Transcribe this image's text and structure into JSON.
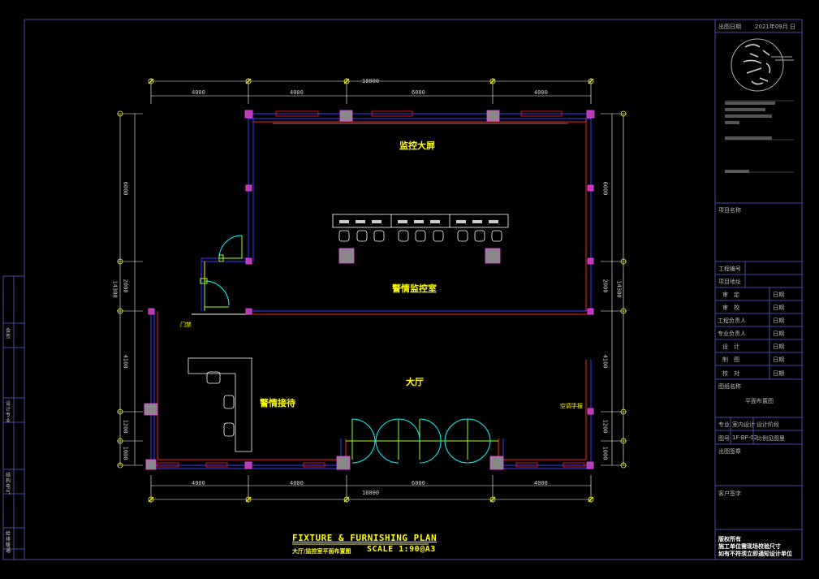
{
  "title_block": {
    "issue_date_label": "出图日期",
    "issue_date_value": "2021年09月   日",
    "project_name_label": "项目名称",
    "project_no_label": "工程编号",
    "project_location_label": "项目地址",
    "review_label": "审　定",
    "check_label": "审　校",
    "eng_lead_label": "工程负责人",
    "pro_lead_label": "专业负责人",
    "design_label": "设　计",
    "draw_label": "制　图",
    "proofread_label": "校　对",
    "date_label": "日期",
    "drawing_name_label": "图纸名称",
    "drawing_name_value": "平面布置图",
    "discipline_label": "专业",
    "discipline_value": "室内设计",
    "stage_label": "设计阶段",
    "drawing_no_label": "图号",
    "drawing_no_value": "1F-BP-02",
    "scale_label": "比例见图里",
    "issue_stamp_label": "出图签章",
    "client_sign_label": "客户签字",
    "copyright_1": "版权所有",
    "copyright_2": "施工单位需现场校验尺寸",
    "copyright_3": "如有不符须立即通知设计单位"
  },
  "left_strip": {
    "labels": [
      "会签",
      "设计 专业",
      "结构 电气",
      "给排 暖通"
    ]
  },
  "rooms": {
    "big_screen": "监控大屏",
    "control_room": "警情监控室",
    "hall": "大厅",
    "reception": "警情接待",
    "door_label": "门禁",
    "ac_label": "空调手报"
  },
  "dimensions": {
    "top_total": "18000",
    "top_segments": [
      "4000",
      "4000",
      "6000",
      "4000"
    ],
    "bottom_total": "18000",
    "bottom_segments": [
      "4000",
      "4000",
      "6000",
      "4000"
    ],
    "left_segments": [
      "6000",
      "2000",
      "4100",
      "1200",
      "1000"
    ],
    "left_total": "14300",
    "right_segments": [
      "6000",
      "2000",
      "4100",
      "1200",
      "1000"
    ],
    "right_total": "14300"
  },
  "plan": {
    "title": "FIXTURE & FURNISHING PLAN",
    "subtitle": "大厅/监控室平面布置图",
    "scale": "SCALE 1:90@A3"
  },
  "colors": {
    "background": "#000000",
    "wall_blue": "#3a3aff",
    "wall_red": "#ff2020",
    "column_magenta": "#c040c0",
    "furniture_white": "#ffffff",
    "text_yellow": "#ffff00",
    "door_cyan": "#00ffff",
    "door_green": "#a0ff20",
    "frame_blue": "#4a4aa8"
  }
}
